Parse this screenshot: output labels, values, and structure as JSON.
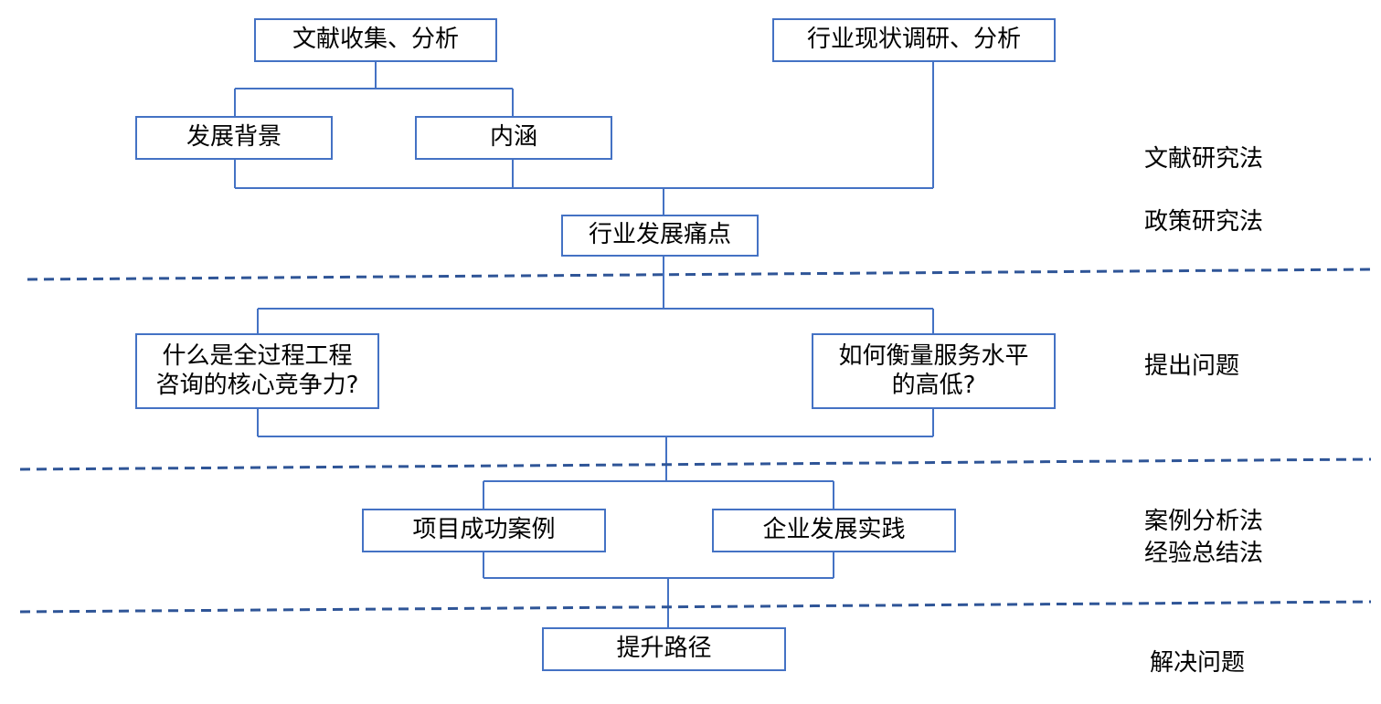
{
  "stage1": {
    "literature": "文献收集、分析",
    "industry_survey": "行业现状调研、分析",
    "background": "发展背景",
    "connotation": "内涵",
    "pain_points": "行业发展痛点"
  },
  "stage2": {
    "q1_line1": "什么是全过程工程",
    "q1_line2": "咨询的核心竞争力?",
    "q2_line1": "如何衡量服务水平",
    "q2_line2": "的高低?"
  },
  "stage3": {
    "cases": "项目成功案例",
    "practice": "企业发展实践"
  },
  "stage4": {
    "path": "提升路径"
  },
  "methods": {
    "literature_method": "文献研究法",
    "policy_method": "政策研究法",
    "raise_problem": "提出问题",
    "case_method": "案例分析法",
    "experience_method": "经验总结法",
    "solve_problem": "解决问题"
  },
  "colors": {
    "box_border": "#4472c4",
    "connector": "#4472c4",
    "divider": "#2f5597"
  }
}
